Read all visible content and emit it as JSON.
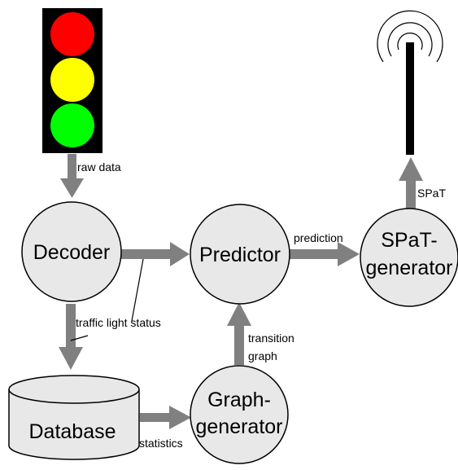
{
  "nodes": {
    "decoder": "Decoder",
    "predictor": "Predictor",
    "spat_generator": [
      "SPaT-",
      "generator"
    ],
    "database": "Database",
    "graph_generator": [
      "Graph-",
      "generator"
    ]
  },
  "edge_labels": {
    "raw_data": "raw data",
    "traffic_light_status": "traffic light status",
    "prediction": "prediction",
    "spat": "SPaT",
    "transition_graph": [
      "transition",
      "graph"
    ],
    "statistics": "statistics"
  },
  "colors": {
    "node_fill": "#e8e8e8",
    "arrow": "#808080",
    "traffic_light_housing": "#000000",
    "light_red": "#ff0000",
    "light_yellow": "#ffff00",
    "light_green": "#00ff00",
    "antenna": "#000000"
  },
  "icons": [
    "traffic-light-icon",
    "antenna-icon"
  ]
}
